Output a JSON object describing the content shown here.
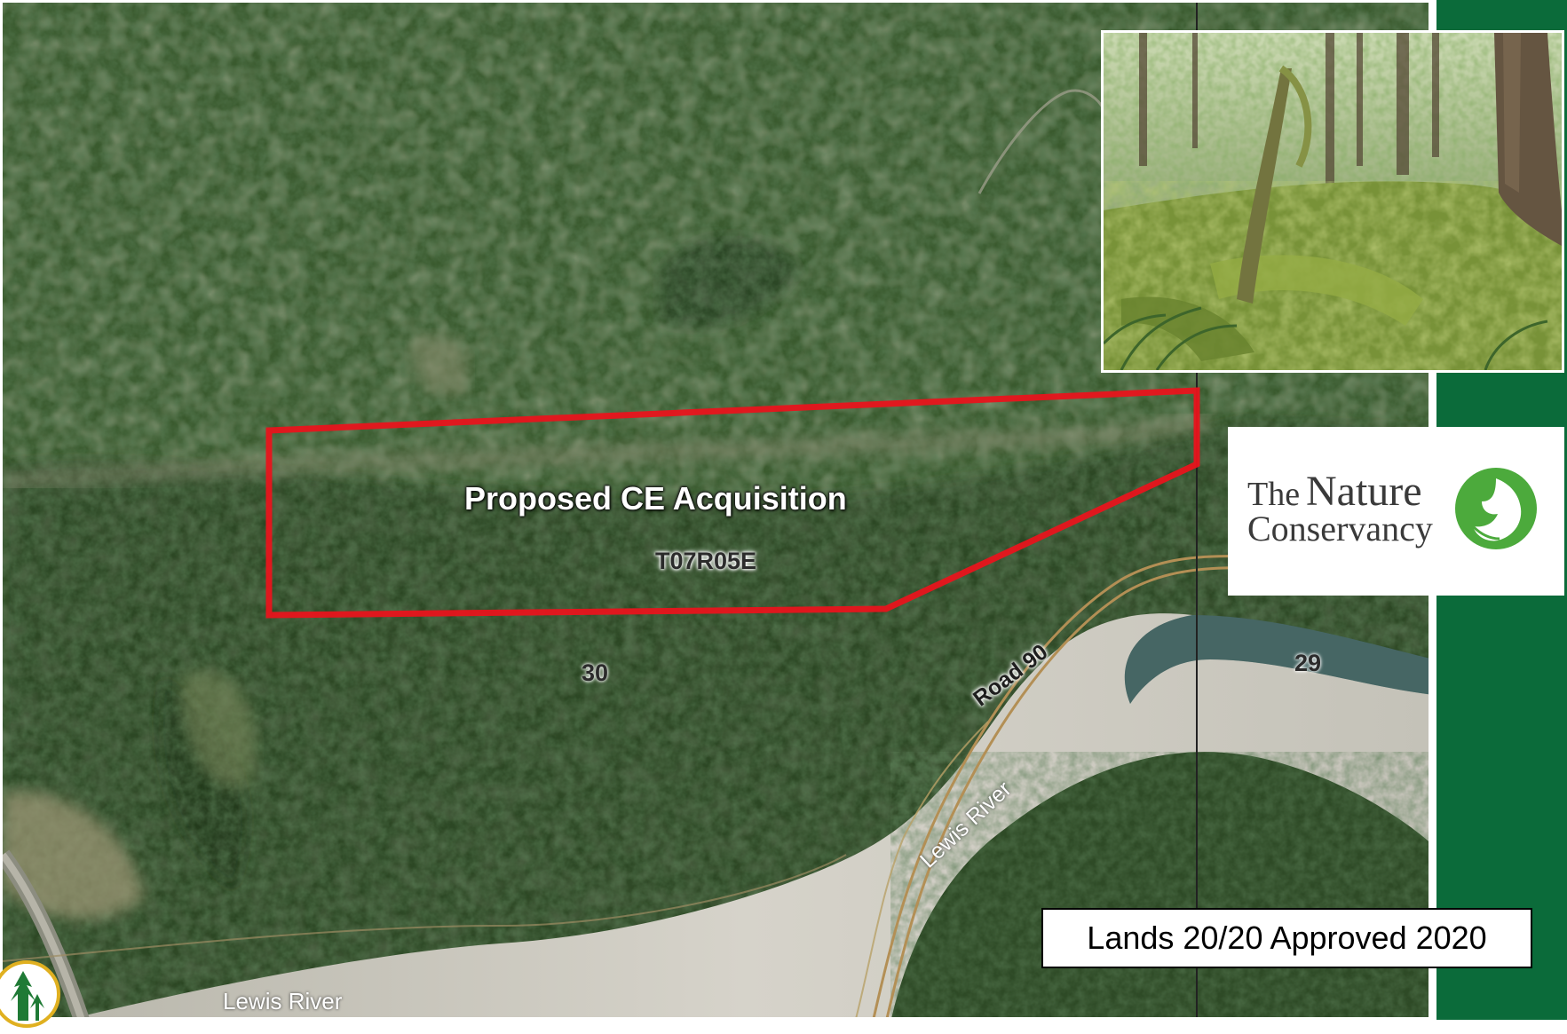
{
  "map": {
    "parcel_title": "Proposed CE Acquisition",
    "township": "T07R05E",
    "section_left": "30",
    "section_right": "29",
    "road": "Road 90",
    "river_label_diagonal": "Lewis River",
    "river_label_bottom": "Lewis River",
    "parcel_outline_color": "#e8141c"
  },
  "logo": {
    "word_the": "The",
    "word_nature": "Nature",
    "word_conservancy": "Conservancy",
    "text_color": "#3a3a3a",
    "leaf_color": "#4caa3c"
  },
  "approval_label": "Lands 20/20 Approved 2020",
  "colors": {
    "side_bar": "#0b6b3a",
    "forest_dark": "#243d20",
    "forest_mid": "#3d5c2f",
    "river_sand": "#c9c6bc",
    "water": "#3b5a58"
  }
}
